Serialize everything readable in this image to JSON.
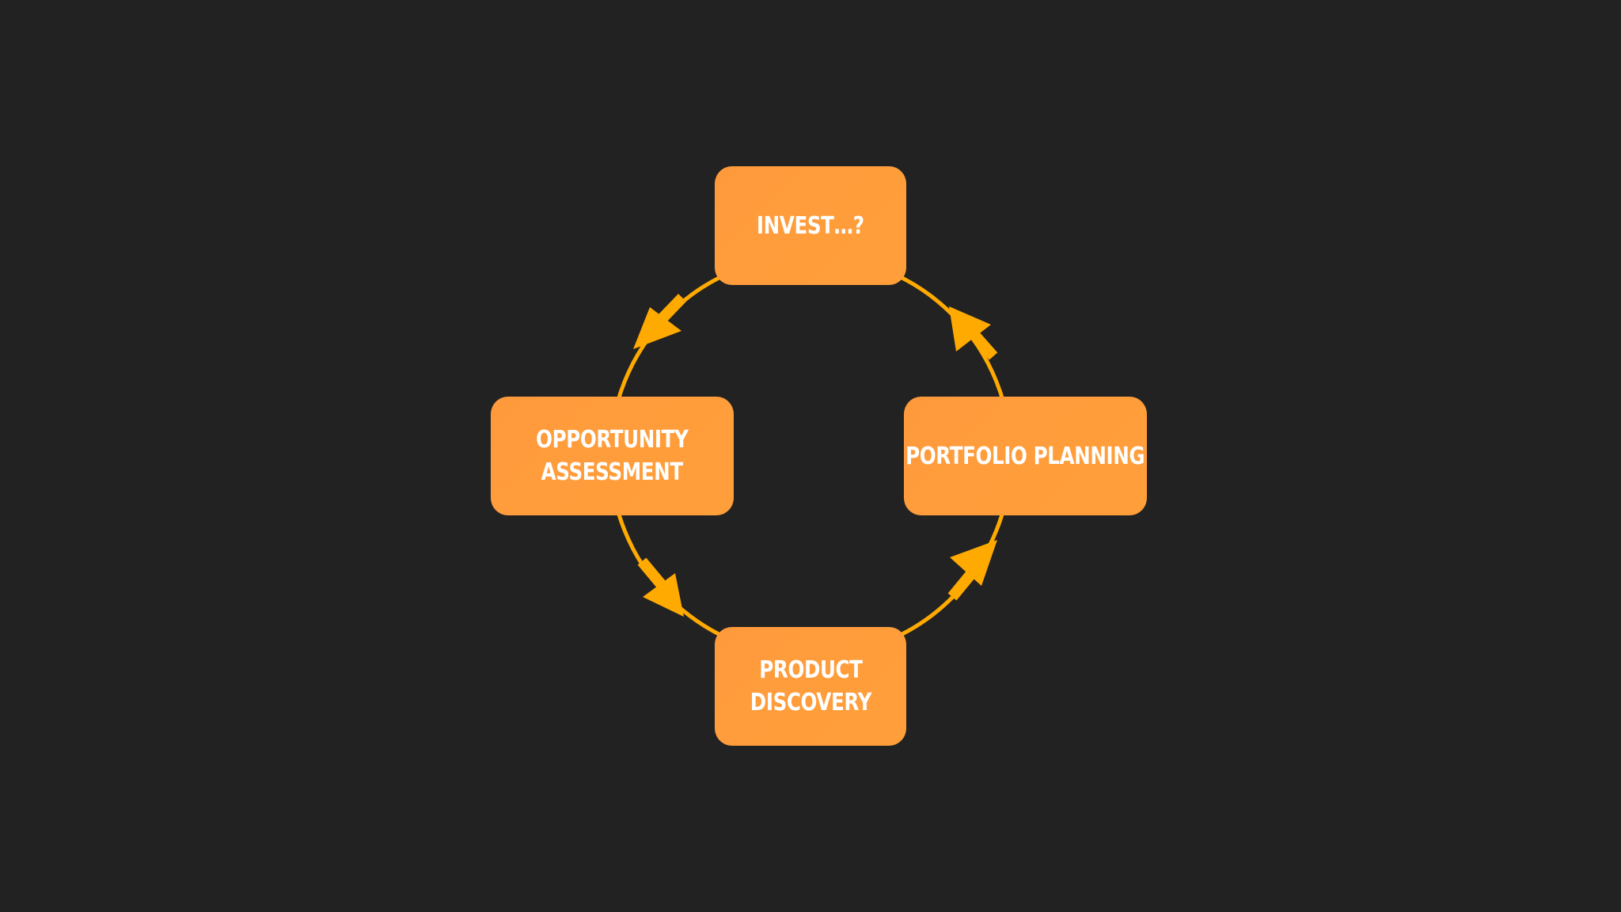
{
  "colors": {
    "background": "#222222",
    "box_fill_start": "#FF9A3C",
    "box_fill_end": "#FF9F3A",
    "connector": "#FFAA00",
    "text": "#FFFFFF"
  },
  "nodes": {
    "invest": {
      "lines": [
        "INVEST…?"
      ]
    },
    "portfolio": {
      "lines": [
        "PORTFOLIO PLANNING"
      ]
    },
    "discovery": {
      "lines": [
        "PRODUCT",
        "DISCOVERY"
      ]
    },
    "opportunity": {
      "lines": [
        "OPPORTUNITY",
        "ASSESSMENT"
      ]
    }
  },
  "edges": [
    {
      "from": "invest",
      "to": "opportunity",
      "icon": "arrow-head-icon"
    },
    {
      "from": "opportunity",
      "to": "discovery",
      "icon": "arrow-head-icon"
    },
    {
      "from": "discovery",
      "to": "portfolio",
      "icon": "arrow-head-icon"
    },
    {
      "from": "portfolio",
      "to": "invest",
      "icon": "arrow-head-icon"
    }
  ]
}
